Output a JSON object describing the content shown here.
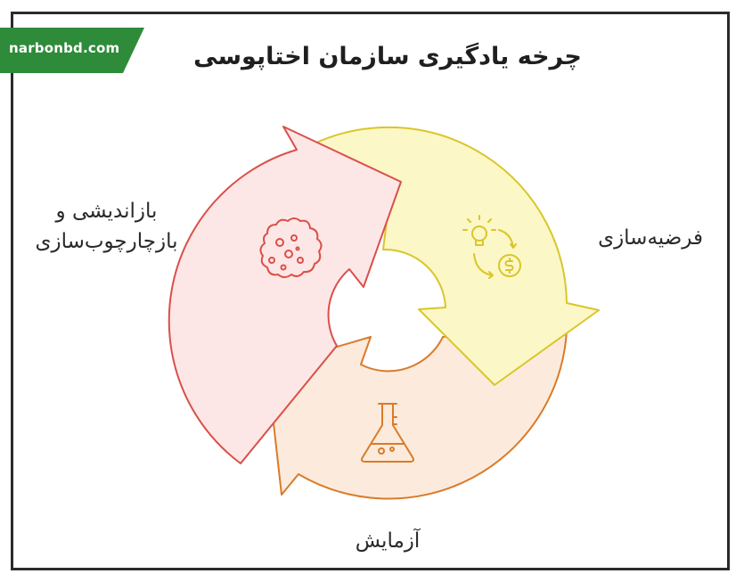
{
  "site": {
    "badge": "narbonbd.com",
    "badge_color": "#2e8b3a"
  },
  "title": "چرخه یادگیری سازمان اختاپوسی",
  "stages": {
    "hypothesis": {
      "label": "فرضیه‌سازی",
      "icon": "idea-money-cycle-icon",
      "fill": "#fbf7c6",
      "stroke": "#d9c62a"
    },
    "experiment": {
      "label": "آزمایش",
      "icon": "flask-icon",
      "fill": "#fcebdc",
      "stroke": "#d97b2a"
    },
    "rethink": {
      "label_line1": "بازاندیشی و",
      "label_line2": "بازچارچوب‌سازی",
      "icon": "brain-cells-icon",
      "fill": "#fde6e6",
      "stroke": "#d9504a"
    }
  }
}
